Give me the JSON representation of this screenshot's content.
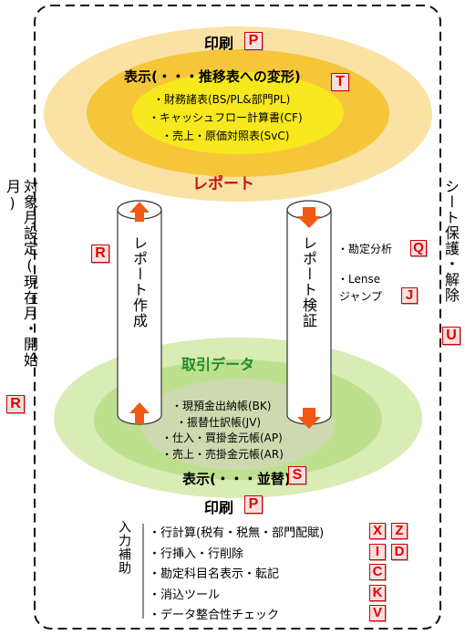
{
  "top_oval": {
    "print_label": "印刷",
    "print_key": "P",
    "display_label": "表示(・・・推移表への変形)",
    "display_key": "T",
    "items": [
      "・財務諸表(BS/PL&部門PL)",
      "・キャッシュフロー計算書(CF)",
      "・売上・原価対照表(SvC)"
    ],
    "report_label": "レポート"
  },
  "pillars": {
    "left_label": "レポート作成",
    "left_key": "R",
    "right_label": "レポート検証"
  },
  "right_notes": {
    "analysis_label": "・勘定分析",
    "analysis_key": "Q",
    "lense_label_1": "・Lense",
    "lense_label_2": "ジャンプ",
    "lense_key": "J"
  },
  "side_left": {
    "label": "対象月設定(現在月・開始月)",
    "key": "R"
  },
  "side_right": {
    "label": "シート保護・解除",
    "key": "U"
  },
  "bottom_oval": {
    "title": "取引データ",
    "items": [
      "・現預金出納帳(BK)",
      "・振替仕訳帳(JV)",
      "・仕入・買掛金元帳(AP)",
      "・売上・売掛金元帳(AR)"
    ],
    "display_label": "表示(・・・並替)",
    "display_key": "S",
    "print_label": "印刷",
    "print_key": "P"
  },
  "input_assist": {
    "label": "入力補助",
    "rows": [
      {
        "text": "・行計算(税有・税無・部門配賦)",
        "keys": [
          "X",
          "Z"
        ]
      },
      {
        "text": "・行挿入・行削除",
        "keys": [
          "I",
          "D"
        ]
      },
      {
        "text": "・勘定科目名表示・転記",
        "keys": [
          "C"
        ]
      },
      {
        "text": "・消込ツール",
        "keys": [
          "K"
        ]
      },
      {
        "text": "・データ整合性チェック",
        "keys": [
          "V"
        ]
      }
    ]
  },
  "colors": {
    "outer_yellow": "#f9e2a4",
    "mid_yellow": "#f6c63a",
    "inner_yellow": "#f6e81c",
    "outer_green": "#d9ecb4",
    "mid_green": "#bde08f",
    "inner_green": "#cfd9b0",
    "report_red": "#cc1010",
    "title_green": "#1f8a2c",
    "arrow_orange": "#f05a14",
    "key_red": "#e00000"
  }
}
